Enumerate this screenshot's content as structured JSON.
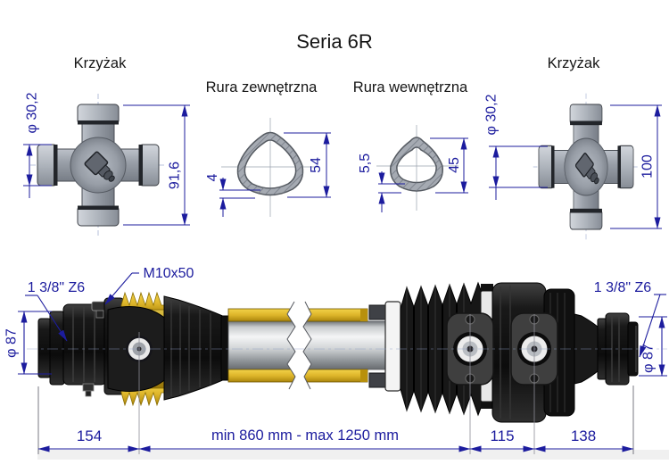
{
  "labels": {
    "title": "Seria 6R",
    "cross_left": "Krzyżak",
    "cross_right": "Krzyżak",
    "outer_tube": "Rura zewnętrzna",
    "inner_tube": "Rura wewnętrzna"
  },
  "dims": {
    "cross_left_dia": "φ 30,2",
    "cross_left_h": "91,6",
    "outer_wall": "4",
    "outer_size": "54",
    "inner_wall": "5,5",
    "inner_size": "45",
    "cross_right_dia": "φ 30,2",
    "cross_right_h": "100",
    "spline_left": "1 3/8\" Z6",
    "bolt": "M10x50",
    "dia_left": "φ 87",
    "spline_right": "1 3/8\" Z6",
    "dia_right": "φ 87",
    "seg_154": "154",
    "seg_len": "min 860 mm - max 1250 mm",
    "seg_115": "115",
    "seg_138": "138"
  },
  "colors": {
    "dimension_navy": "#1c1c9e",
    "guard_yellow": "#ddb52a",
    "steel_gray": "#9aa0a9",
    "part_black": "#161616",
    "background": "#ffffff"
  }
}
